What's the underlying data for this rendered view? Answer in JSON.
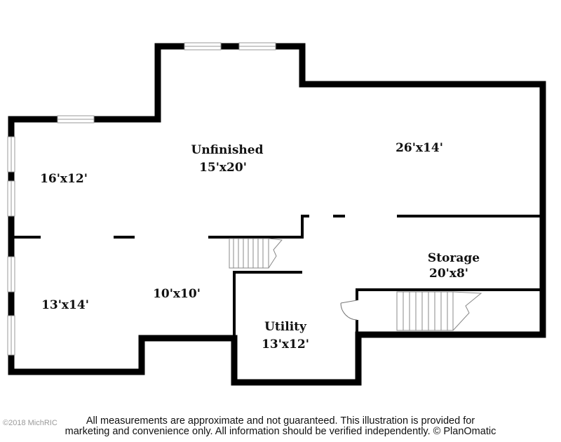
{
  "rooms": {
    "unfinished": {
      "name": "Unfinished",
      "dims": "15'x20'"
    },
    "area_26x14": {
      "dims": "26'x14'"
    },
    "area_16x12": {
      "dims": "16'x12'"
    },
    "area_13x14": {
      "dims": "13'x14'"
    },
    "area_10x10": {
      "dims": "10'x10'"
    },
    "storage": {
      "name": "Storage",
      "dims": "20'x8'"
    },
    "utility": {
      "name": "Utility",
      "dims": "13'x12'"
    }
  },
  "footer": {
    "line1": "All measurements are approximate and not guaranteed. This illustration is provided for",
    "line2": "marketing and convenience only. All information should be verified independently. © PlanOmatic"
  },
  "copyright": "©2018 MichRIC"
}
